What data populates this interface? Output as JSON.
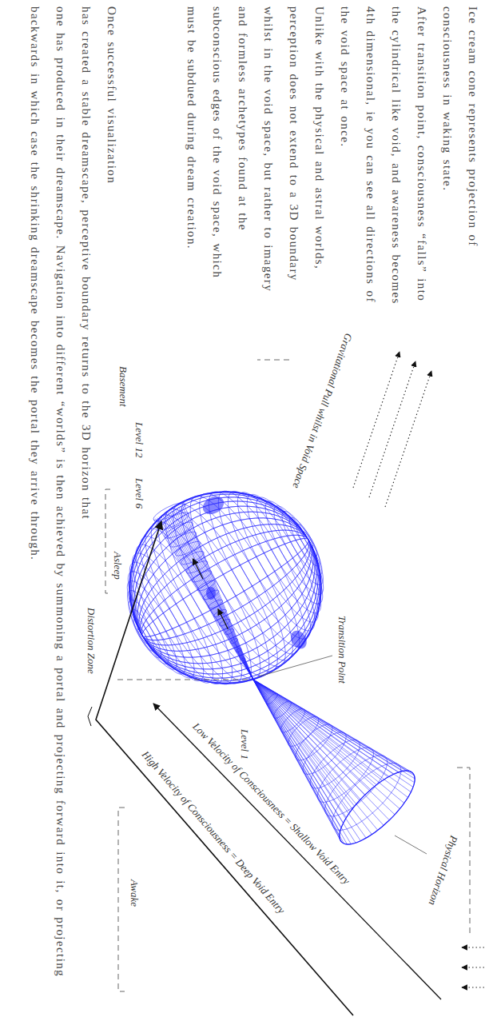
{
  "diagram": {
    "labels": [
      "Ice cream cone represents projection of consciousness in waking state.",
      "After transition point, consciousness “falls” into the cylindrical like void, and awareness becomes 4th dimensional, ie you can see all directions of the void space at once.",
      "Unlike with the physical and astral worlds, perception does not extend to a 3D boundary whilst in the void space, but rather to imagery and formless archetypes found at the subconscious edges of the void space, which must be subdued during dream creation.",
      "Once successful visualization has created a stable dreamscape, perceptive boundary returns to the 3D horizon that one has produced in their dreamscape. Navigation into different “worlds” is then achieved by summoning a portal and projecting forward into it, or projecting backwards in which case the shrinking dreamscape becomes the portal they arrive through.",
      "Gravitational Pull whilst in Void Space",
      "Transition Point",
      "Physical Horizon",
      "Level 1",
      "Awake",
      "Level 6",
      "Asleep",
      "Level 12",
      "Basement",
      "Distortion Zone",
      "Low Velocity of Consciousness = Shallow Void Entry",
      "High Velocity of Consciousness = Deep Void Entry"
    ]
  }
}
